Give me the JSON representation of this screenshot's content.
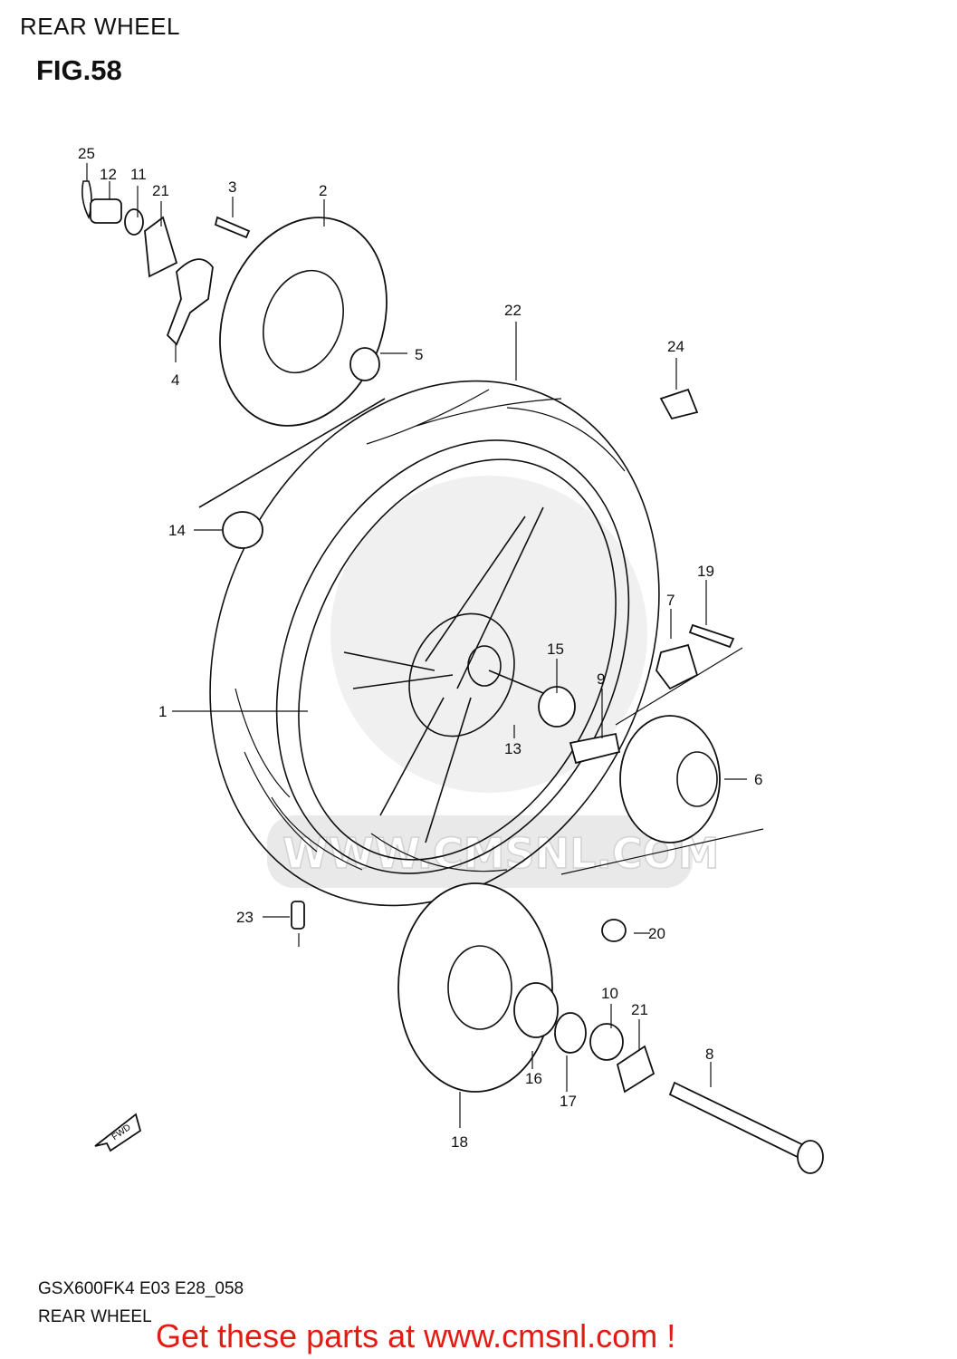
{
  "header": {
    "title": "REAR WHEEL",
    "figure": "FIG.58"
  },
  "watermark": {
    "text": "WWW.CMSNL.COM"
  },
  "arrow_label": "FWD",
  "callouts": [
    {
      "id": "1",
      "text": "1"
    },
    {
      "id": "2",
      "text": "2"
    },
    {
      "id": "3",
      "text": "3"
    },
    {
      "id": "4",
      "text": "4"
    },
    {
      "id": "5",
      "text": "5"
    },
    {
      "id": "6",
      "text": "6"
    },
    {
      "id": "7",
      "text": "7"
    },
    {
      "id": "8",
      "text": "8"
    },
    {
      "id": "9",
      "text": "9"
    },
    {
      "id": "10",
      "text": "10"
    },
    {
      "id": "11",
      "text": "11"
    },
    {
      "id": "12",
      "text": "12"
    },
    {
      "id": "13",
      "text": "13"
    },
    {
      "id": "14",
      "text": "14"
    },
    {
      "id": "15",
      "text": "15"
    },
    {
      "id": "16",
      "text": "16"
    },
    {
      "id": "17",
      "text": "17"
    },
    {
      "id": "18",
      "text": "18"
    },
    {
      "id": "19",
      "text": "19"
    },
    {
      "id": "20",
      "text": "20"
    },
    {
      "id": "21a",
      "text": "21"
    },
    {
      "id": "21b",
      "text": "21"
    },
    {
      "id": "22",
      "text": "22"
    },
    {
      "id": "23",
      "text": "23"
    },
    {
      "id": "24",
      "text": "24"
    },
    {
      "id": "25",
      "text": "25"
    }
  ],
  "footer": {
    "code": "GSX600FK4 E03 E28_058",
    "name": "REAR WHEEL",
    "cta": "Get these parts at www.cmsnl.com !"
  },
  "colors": {
    "cta": "#e21c12",
    "lines": "#111111",
    "watermark": "#e3e3e3"
  }
}
